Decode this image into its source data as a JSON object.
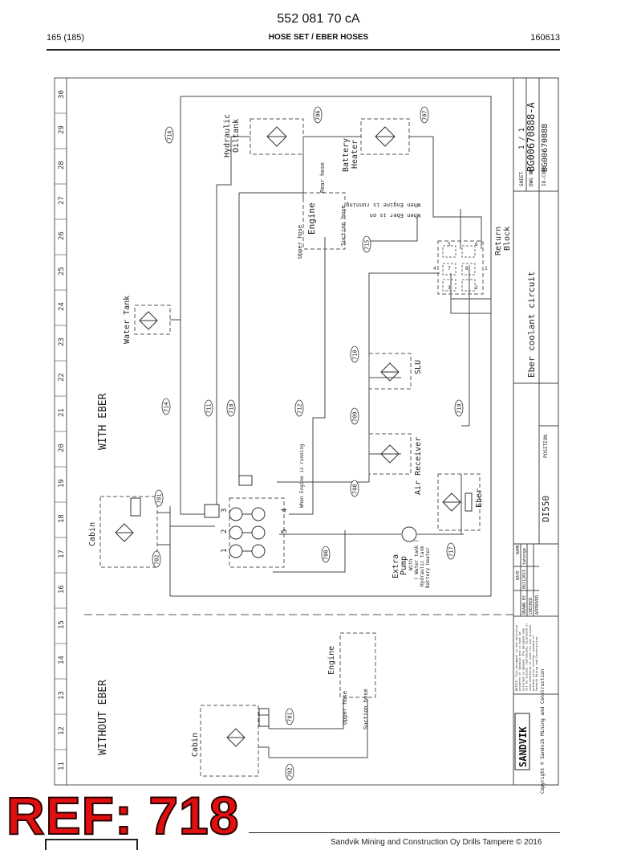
{
  "header": {
    "doc_number": "552 081 70 cA",
    "page": "165 (185)",
    "title": "HOSE SET / EBER HOSES",
    "date": "160613"
  },
  "watermark": "REF: 718",
  "footer": {
    "company": "Sandvik Mining and Construction Oy Drills Tampere © 2016"
  },
  "grid_columns": [
    "30",
    "29",
    "28",
    "27",
    "26",
    "25",
    "24",
    "23",
    "22",
    "21",
    "20",
    "19",
    "18",
    "17",
    "16",
    "15",
    "14",
    "13",
    "12",
    "11"
  ],
  "diagram": {
    "section_with": "WITH EBER",
    "section_without": "WITHOUT EBER",
    "components": {
      "hydraulic_oiltank": [
        "Hydraulic",
        "Oiltank"
      ],
      "battery_heater": [
        "Battery",
        "Heater"
      ],
      "engine": "Engine",
      "upper_hose": "Upper hose",
      "rear_hose": "Rear hose",
      "suction_hose": "Suction hose",
      "when_engine_running_1": "When Engine is running",
      "when_eber_on": "When Eber is on",
      "return_block": [
        "Return",
        "Block"
      ],
      "water_tank": "Water Tank",
      "slu": "SLU",
      "air_receiver": "Air Receiver",
      "eber": "Eber",
      "cabin": "Cabin",
      "when_engine_running_2": "When Engine is running",
      "extra_pump": [
        "Extra",
        "Pump",
        "With",
        "( Water tank )",
        "Hydraulic tank",
        "Battery heater"
      ],
      "engine_bottom": "Engine",
      "cabin_bottom": "Cabin",
      "upper_hose_bottom": "Upper hose",
      "suction_hose_bottom": "Suction hose"
    },
    "callouts": [
      "716",
      "706",
      "707",
      "715",
      "714",
      "711",
      "718",
      "712",
      "710",
      "709",
      "719",
      "708",
      "701",
      "700",
      "702",
      "717",
      "701",
      "702"
    ],
    "valve_numbers": [
      "1",
      "2",
      "3",
      "4",
      "5"
    ],
    "block_numbers": [
      "5",
      "6",
      "4",
      "7",
      "8",
      "1",
      "3",
      "2"
    ]
  },
  "title_block": {
    "sheet_label": "SHEET",
    "sheet_value": "1 / 1",
    "dwg_label": "DWG NR",
    "dwg_value": "BG00670888-A",
    "idcode_label": "ID-CODE",
    "idcode_value": "BG00670888",
    "description": "Eber coolant circuit",
    "position_label": "POSITION",
    "model": "DI550",
    "date_label": "DATE",
    "name_label": "NAME",
    "drawn_by_label": "DRAWN BY",
    "drawn_date": "06112015",
    "drawn_name": "tahonge",
    "checked_label": "CHECKED",
    "approved_label": "APPROVED",
    "notice": [
      "NOTICE: This document is the exclusive",
      "property of Sandvik and it must be",
      "returned on demand. The document may",
      "not be copied, reproduced, displayed or",
      "used otherwise or used for any purpose",
      "without prior written consent of",
      "Sandvik Mining and Construction."
    ],
    "brand": "SANDVIK",
    "copyright": "Copyright © Sandvik Mining and Construction"
  }
}
